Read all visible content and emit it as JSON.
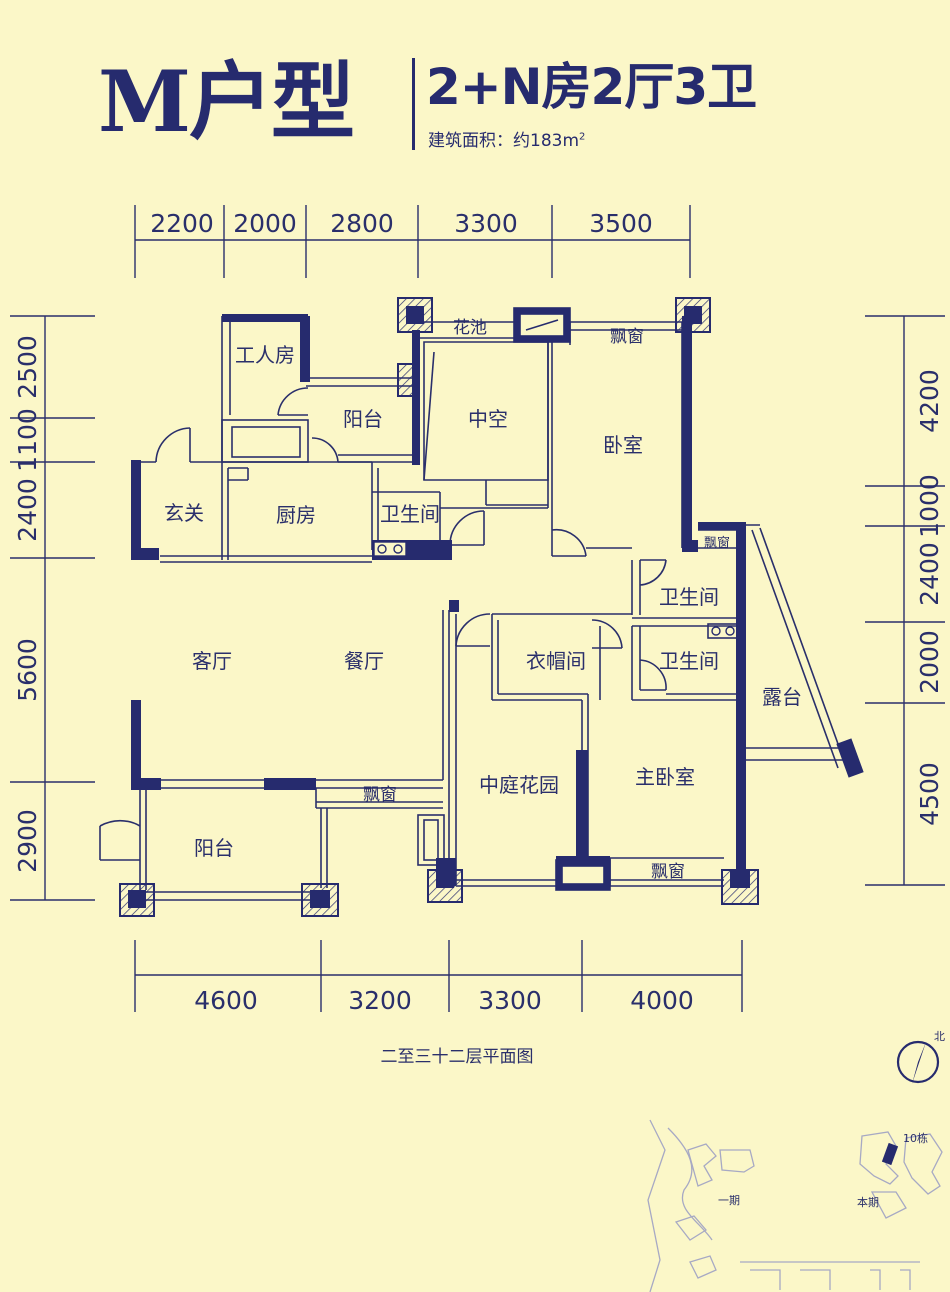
{
  "title": {
    "unit": "M户型",
    "rooms": "2+N房2厅3卫",
    "area_label": "建筑面积：约183m",
    "area_sup": "2"
  },
  "dimensions": {
    "top": [
      "2200",
      "2000",
      "2800",
      "3300",
      "3500"
    ],
    "bottom": [
      "4600",
      "3200",
      "3300",
      "4000"
    ],
    "left": [
      "2500",
      "1100",
      "2400",
      "5600",
      "2900"
    ],
    "right": [
      "4200",
      "1000",
      "2400",
      "2000",
      "4500"
    ]
  },
  "rooms": {
    "worker_room": "工人房",
    "balcony_upper": "阳台",
    "atrium": "中空",
    "bedroom": "卧室",
    "planter": "花池",
    "bay_window_top": "飘窗",
    "foyer": "玄关",
    "kitchen": "厨房",
    "bathroom_1": "卫生间",
    "bay_window_small": "飘窗",
    "bathroom_2": "卫生间",
    "bathroom_3": "卫生间",
    "living_room": "客厅",
    "dining_room": "餐厅",
    "cloakroom": "衣帽间",
    "terrace": "露台",
    "courtyard_garden": "中庭花园",
    "master_bedroom": "主卧室",
    "bay_window_mid": "飘窗",
    "balcony_lower": "阳台",
    "bay_window_bottom": "飘窗"
  },
  "caption": "二至三十二层平面图",
  "north_label": "北",
  "site_map": {
    "building": "10栋",
    "phase_one": "一期",
    "this_phase": "本期"
  },
  "colors": {
    "background": "#fbf7c8",
    "ink": "#2a2f6b",
    "wall": "#262b6e"
  }
}
